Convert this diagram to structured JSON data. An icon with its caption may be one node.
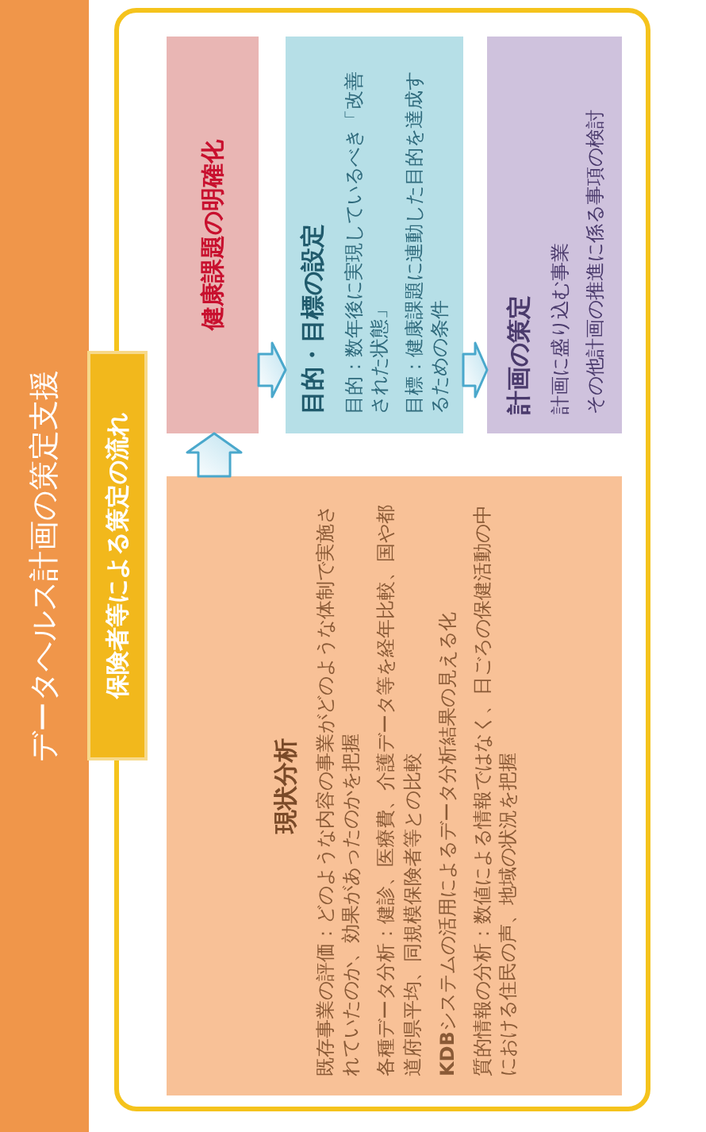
{
  "diagram": {
    "title": "データヘルス計画の策定支援",
    "nodes": [
      {
        "text": [
          "保険者等による策定の流れ"
        ]
      },
      {
        "text": [
          "現状分析",
          "既存事業の評価：どのような内容の事業がどのような体制で実施されていたのか、効果があったのかを把握",
          "各種データ分析：健診、医療費、介護データ等を経年比較、国や都道府県平均、同規模保険者等との比較",
          "**KDB**システムの活用によるデータ分析結果の見える化",
          "質的情報の分析：数値による情報ではなく、日ごろの保健活動の中における住民の声、地域の状況を把握"
        ],
        "in": 0
      },
      {
        "text": [
          "健康課題の明確化"
        ],
        "in": 0
      },
      {
        "text": [
          "目的・目標の設定",
          "目的：数年後に実現しているべき「改善された状態」",
          "目標：健康課題に連動した目的を達成するための条件"
        ],
        "in": 0
      },
      {
        "text": [
          "計画の策定",
          "計画に盛り込む事業",
          "その他計画の推進に係る事項の検討"
        ],
        "in": 0
      }
    ],
    "edges": [
      {
        "from": 1,
        "to": 2,
        "arrow": "to"
      },
      {
        "from": 2,
        "to": 3,
        "arrow": "to"
      },
      {
        "from": 3,
        "to": 4,
        "arrow": "to"
      }
    ]
  }
}
